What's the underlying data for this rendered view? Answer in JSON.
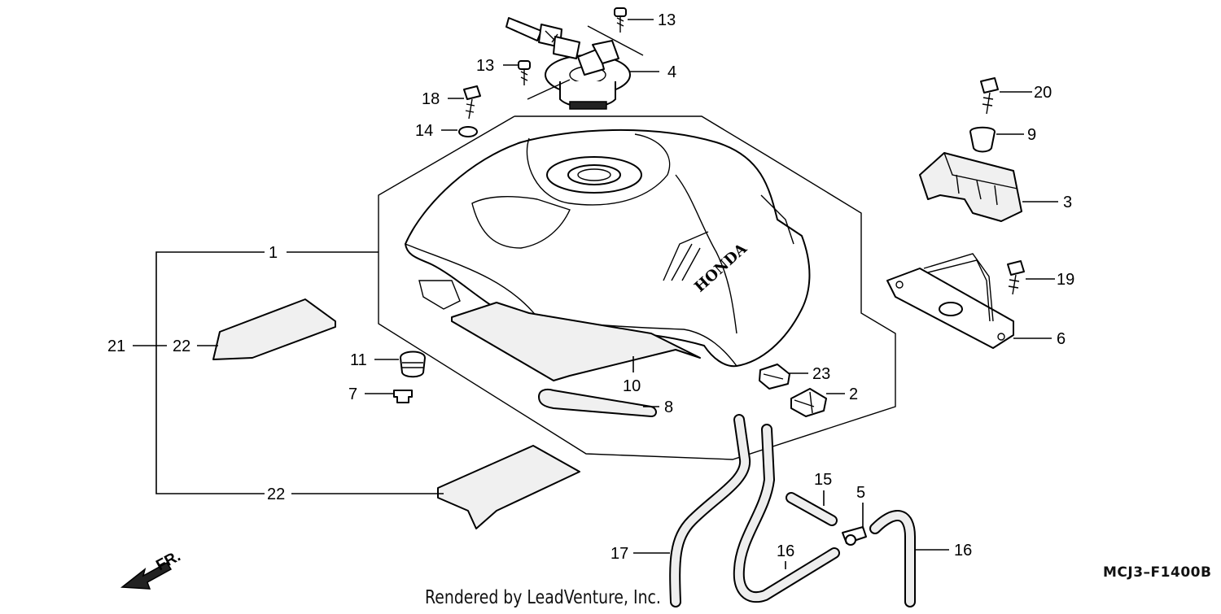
{
  "diagram": {
    "code": "MCJ3–F1400B",
    "credit": "Rendered by LeadVenture, Inc.",
    "direction_label": "FR.",
    "brand_mark": "HONDA",
    "callouts": {
      "c1": "1",
      "c2": "2",
      "c3": "3",
      "c4": "4",
      "c5": "5",
      "c6": "6",
      "c7": "7",
      "c8": "8",
      "c9": "9",
      "c10": "10",
      "c11": "11",
      "c13a": "13",
      "c13b": "13",
      "c14": "14",
      "c15": "15",
      "c16a": "16",
      "c16b": "16",
      "c17": "17",
      "c18": "18",
      "c19": "19",
      "c20": "20",
      "c21": "21",
      "c22a": "22",
      "c22b": "22",
      "c23": "23"
    }
  }
}
